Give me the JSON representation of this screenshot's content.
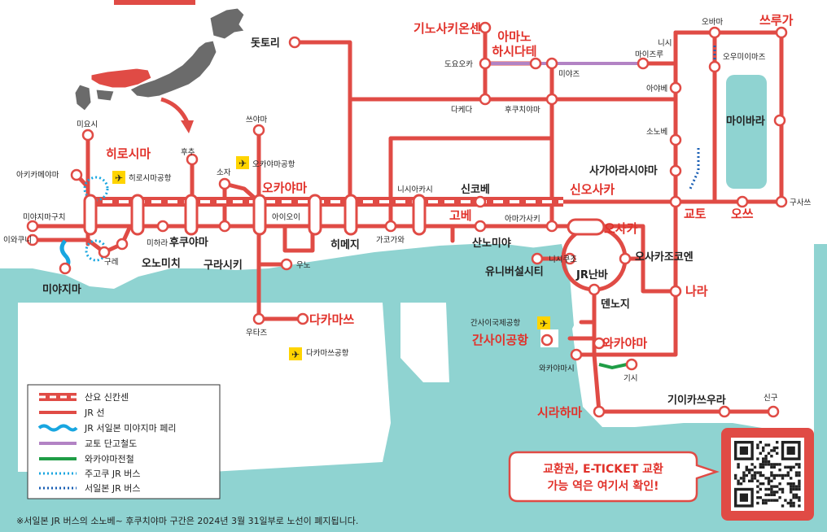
{
  "colors": {
    "sea": "#8fd3d1",
    "land": "#ffffff",
    "jr_line": "#e04b45",
    "shinkansen": "#e04b45",
    "ferry": "#18a6e0",
    "kyoto_tango": "#b283c4",
    "wakayama_dentetsu": "#1f9d46",
    "bus": "#18a6e0",
    "major_text": "#e1322b",
    "minor_text": "#222222",
    "airport_badge": "#ffd400"
  },
  "stations": {
    "tottori": "돗토리",
    "kinosaki_onsen": "기노사키온센",
    "amanohashidate_1": "아마노",
    "amanohashidate_2": "하시다테",
    "toyooka": "도요오카",
    "miyazu": "미야즈",
    "nishi_maizuru_1": "니시",
    "nishi_maizuru_2": "마이즈루",
    "obama": "오바마",
    "tsuruga": "쓰루가",
    "omi_imazu": "오우미이마즈",
    "ayabe": "아야베",
    "takeda": "다케다",
    "fukuchiyama": "후쿠치야마",
    "sonobe": "소노베",
    "maibara": "마이바라",
    "sagano_arashiyama": "사가아라시야마",
    "kusatsu": "구사쓰",
    "kyoto": "교토",
    "otsu": "오쓰",
    "shin_osaka": "신오사카",
    "osaka": "오사카",
    "amagasaki": "아마가사키",
    "nishi_kujo": "니시쿠조",
    "universal_city": "유니버설시티",
    "jr_namba": "JR난바",
    "osakajo_koen": "오사카조코엔",
    "nara": "나라",
    "tennoji": "덴노지",
    "kix_airport_label": "간사이국제공항",
    "kansai_airport": "간사이공항",
    "wakayama": "와카야마",
    "wakayamashi": "와카야마시",
    "kishi": "기시",
    "shirahama": "시라하마",
    "kii_katsuura": "기이카쓰우라",
    "shingu": "신구",
    "shin_kobe": "신코베",
    "kobe": "고베",
    "sannomiya": "산노미야",
    "nishi_akashi": "니시아카시",
    "kakogawa": "가코가와",
    "himeji": "히메지",
    "aioi": "아이오이",
    "okayama": "오카야마",
    "chaya": "쓰야마",
    "okayama_airport": "오카야마공항",
    "sojya": "소자",
    "uno": "우노",
    "kurashiki": "구라시키",
    "fukuyama": "후쿠야마",
    "onomichi": "오노미치",
    "mihara": "미하라",
    "kure": "구레",
    "hiroshima": "히로시마",
    "hiroshima_airport": "히로시마공항",
    "miyoshi": "미요시",
    "akikameyama": "아키카메야마",
    "miyajimaguchi": "미야지마구치",
    "iwakuni": "이와쿠니",
    "miyajima": "미야지마",
    "fuchu": "후추",
    "takamatsu": "다카마쓰",
    "utazu": "우타즈",
    "takamatsu_airport": "다카마쓰공항"
  },
  "legend": [
    {
      "style": "shinkansen",
      "label": "산요 신칸센"
    },
    {
      "style": "jr",
      "label": "JR 선"
    },
    {
      "style": "ferry",
      "label": "JR 서일본 미야지마 페리"
    },
    {
      "style": "tango",
      "label": "교토 단고철도"
    },
    {
      "style": "wakayama",
      "label": "와카야마전철"
    },
    {
      "style": "chugoku_bus",
      "label": "주고쿠 JR 버스"
    },
    {
      "style": "west_bus",
      "label": "서일본 JR 버스"
    }
  ],
  "callout": {
    "line1": "교환권, E-TICKET 교환",
    "line2": "가능 역은 여기서 확인!"
  },
  "footnote": "※서일본 JR 버스의 소노베~ 후쿠치야마 구간은 2024년 3월 31일부로 노선이 폐지됩니다.",
  "icons": {
    "airport": "airplane-icon",
    "qr": "qr-code-icon",
    "arrow": "arrow-icon",
    "japan_map": "japan-map-icon"
  }
}
